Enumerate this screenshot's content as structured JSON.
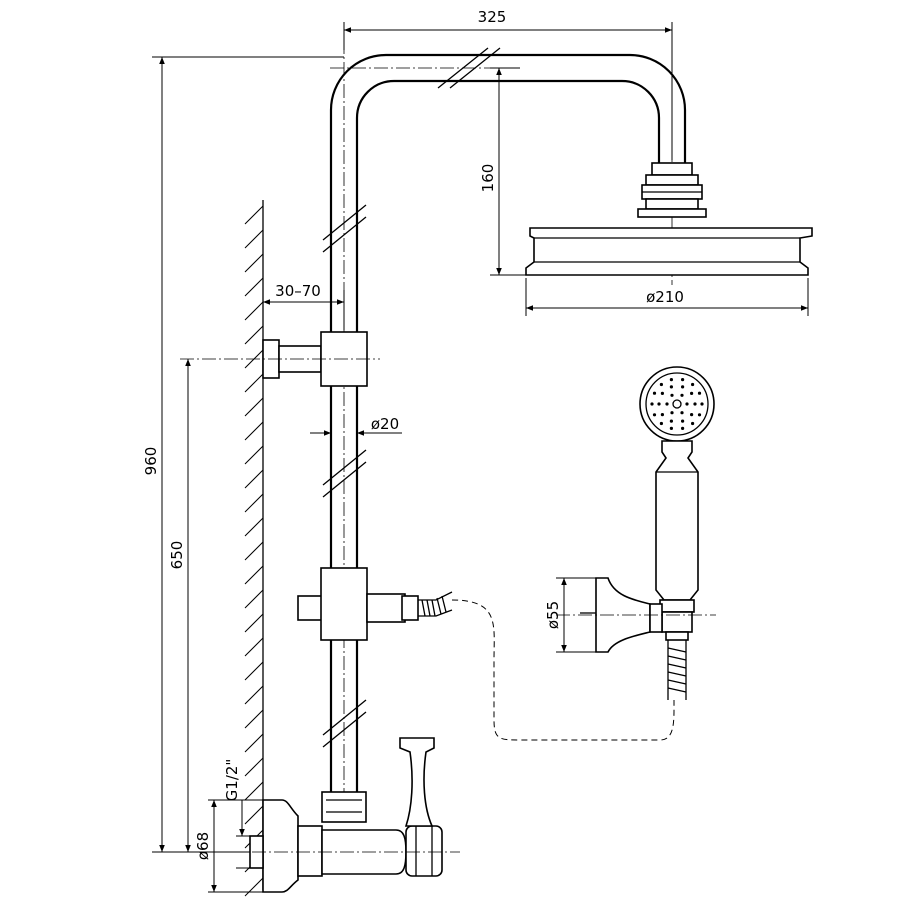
{
  "dimensions": {
    "arm_reach": "325",
    "arm_height": "160",
    "head_diameter": "ø210",
    "wall_offset": "30–70",
    "pipe_diameter": "ø20",
    "total_height": "960",
    "bracket_height": "650",
    "thread": "G1/2\"",
    "escutcheon_diameter": "ø68",
    "holder_diameter": "ø55"
  }
}
